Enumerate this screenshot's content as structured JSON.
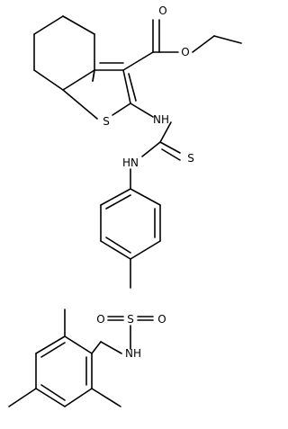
{
  "atom_labels": {
    "ester_o_carbonyl": "O",
    "ester_o_ether": "O",
    "thiophene_s": "S",
    "nh_thiourea_left": "NH",
    "thiourea_s": "S",
    "nh_thiourea_right": "HN",
    "sulfonyl_s": "S",
    "sulfonyl_o_left": "O",
    "sulfonyl_o_right": "O",
    "nh_sulfonamide": "NH"
  },
  "colors": {
    "bond": "#000000",
    "label": "#000000",
    "background": "#ffffff"
  }
}
